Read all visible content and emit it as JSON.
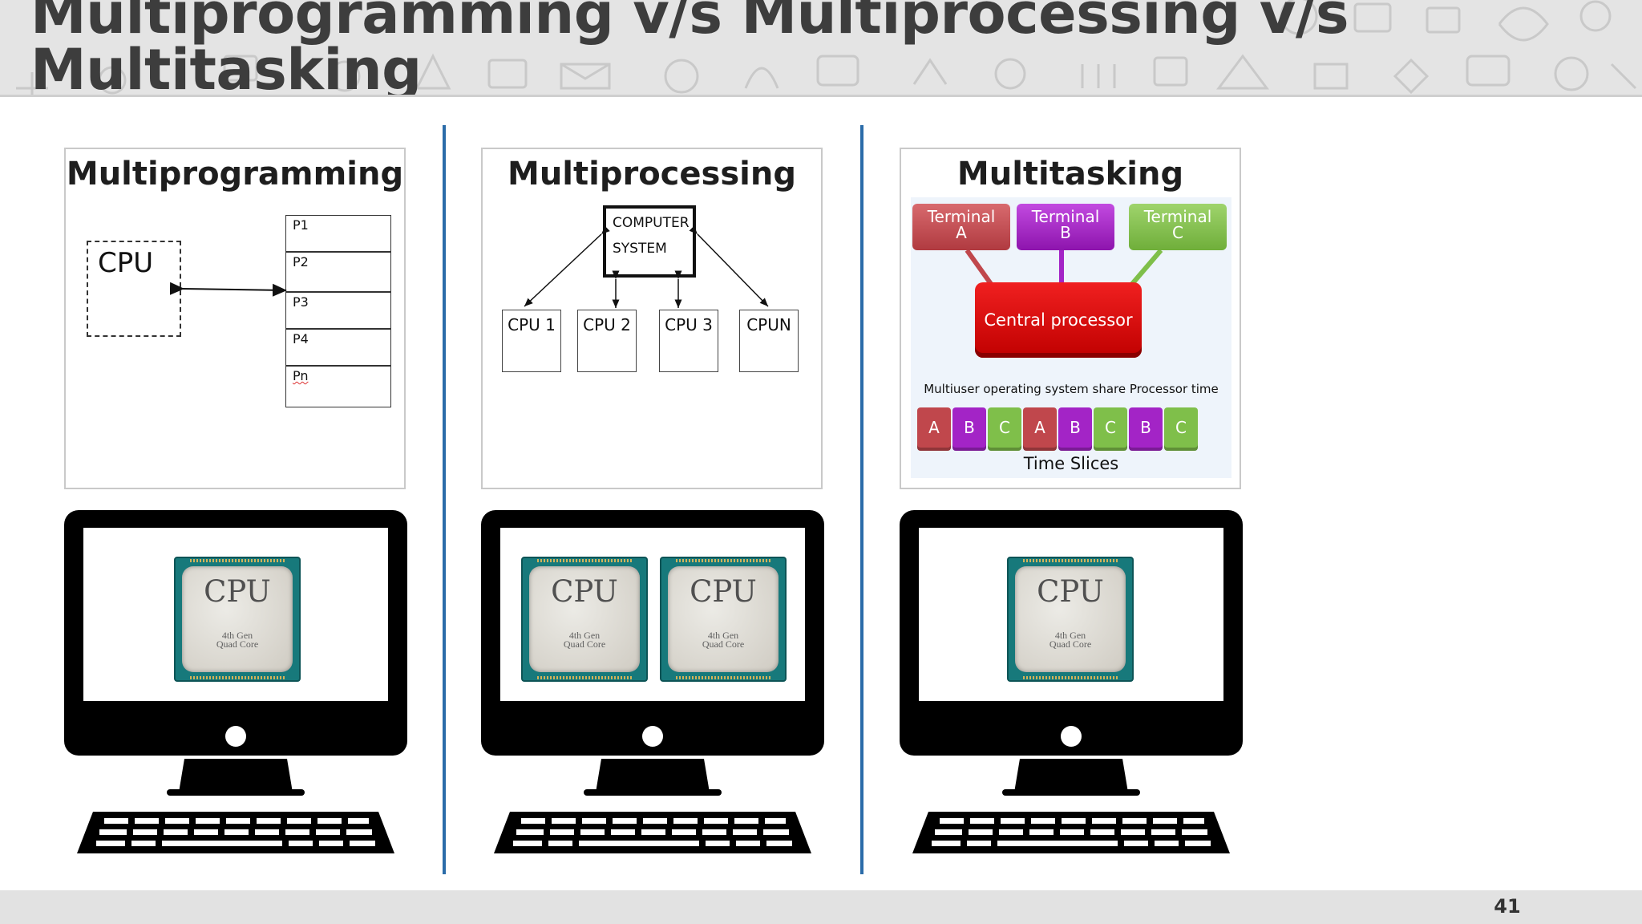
{
  "slide": {
    "title": "Multiprogramming v/s Multiprocessing v/s Multitasking",
    "page_number": "41"
  },
  "colors": {
    "divider": "#2b6ca9",
    "terminal_a": "#c0474c",
    "terminal_b": "#a324c6",
    "terminal_c": "#7fbf4a",
    "processor": "#d10000",
    "chip_board": "#17797b"
  },
  "multiprogramming": {
    "title": "Multiprogramming",
    "cpu_label": "CPU",
    "processes": [
      "P1",
      "P2",
      "P3",
      "P4",
      "Pn"
    ]
  },
  "multiprocessing": {
    "title": "Multiprocessing",
    "system_line1": "COMPUTER",
    "system_line2": "SYSTEM",
    "cpus": [
      "CPU 1",
      "CPU 2",
      "CPU 3",
      "CPUN"
    ]
  },
  "multitasking": {
    "title": "Multitasking",
    "terminal_a_line1": "Terminal",
    "terminal_a_line2": "A",
    "terminal_b_line1": "Terminal",
    "terminal_b_line2": "B",
    "terminal_c_line1": "Terminal",
    "terminal_c_line2": "C",
    "processor_label": "Central processor",
    "caption": "Multiuser operating system share Processor time",
    "slices": [
      "A",
      "B",
      "C",
      "A",
      "B",
      "C",
      "B",
      "C"
    ],
    "slices_label": "Time Slices"
  },
  "chip": {
    "title": "CPU",
    "sub1": "4th Gen",
    "sub2": "Quad Core"
  },
  "computer_icons": [
    "desktop-computer-icon",
    "cpu-chip-icon",
    "keyboard-icon"
  ]
}
